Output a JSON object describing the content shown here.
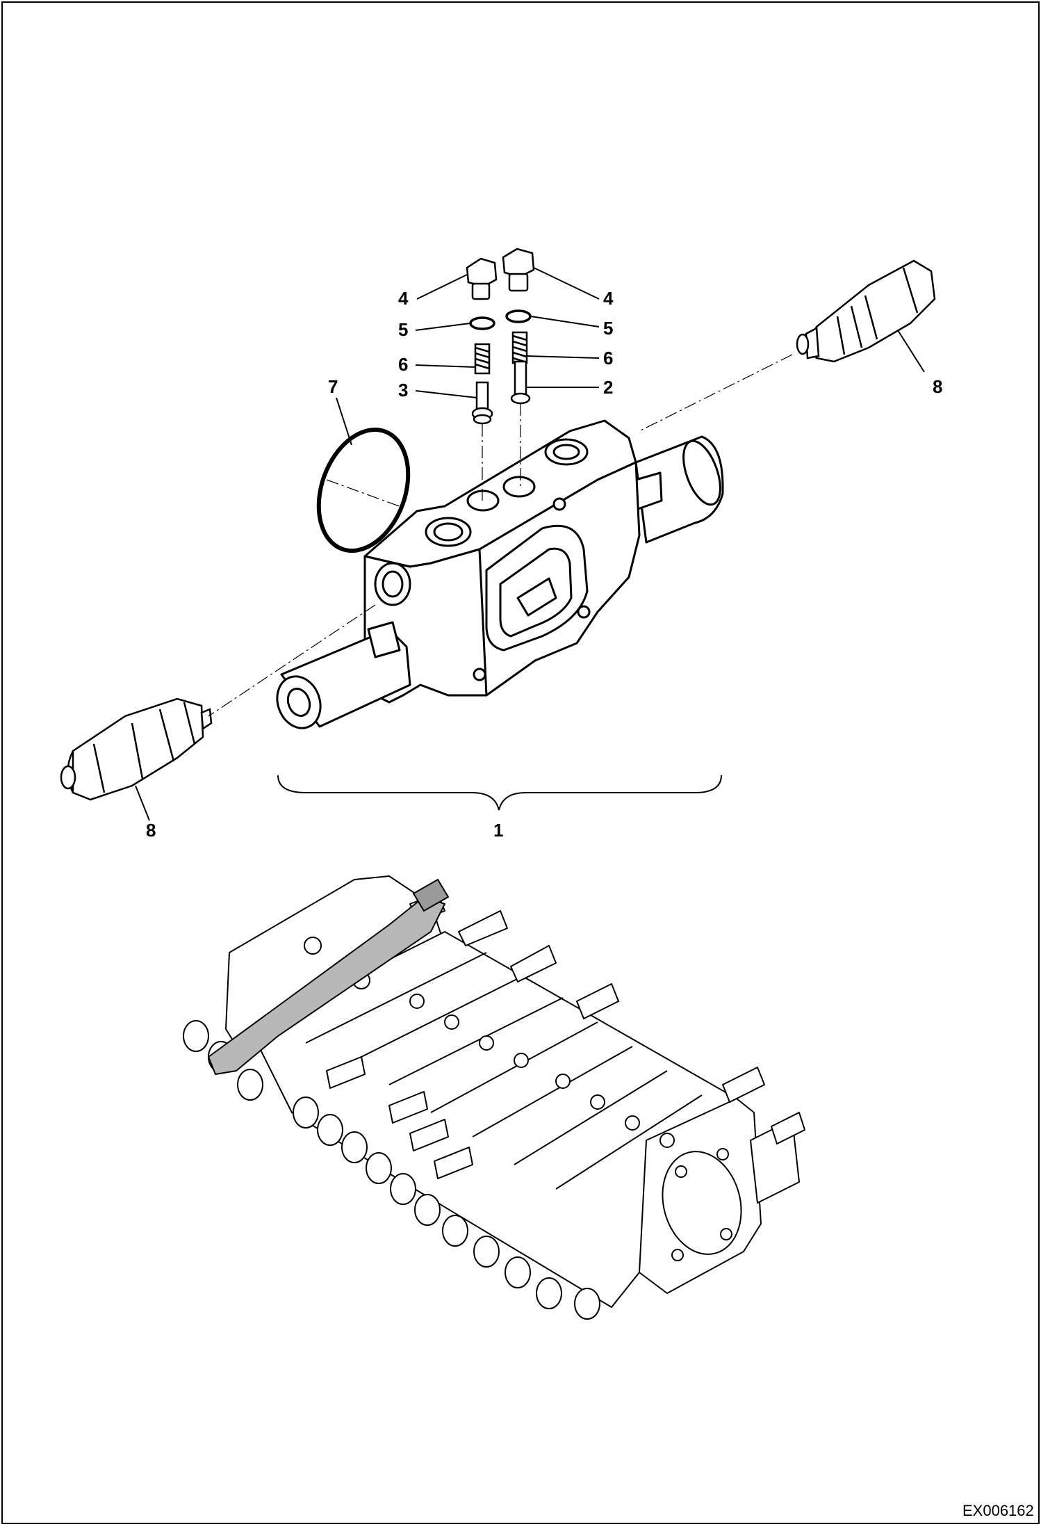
{
  "drawing": {
    "figure_id": "EX006162",
    "callouts": {
      "c1": "1",
      "c2": "2",
      "c3": "3",
      "c4_left": "4",
      "c4_right": "4",
      "c5_left": "5",
      "c5_right": "5",
      "c6_left": "6",
      "c6_right": "6",
      "c7": "7",
      "c8_left": "8",
      "c8_right": "8"
    }
  }
}
